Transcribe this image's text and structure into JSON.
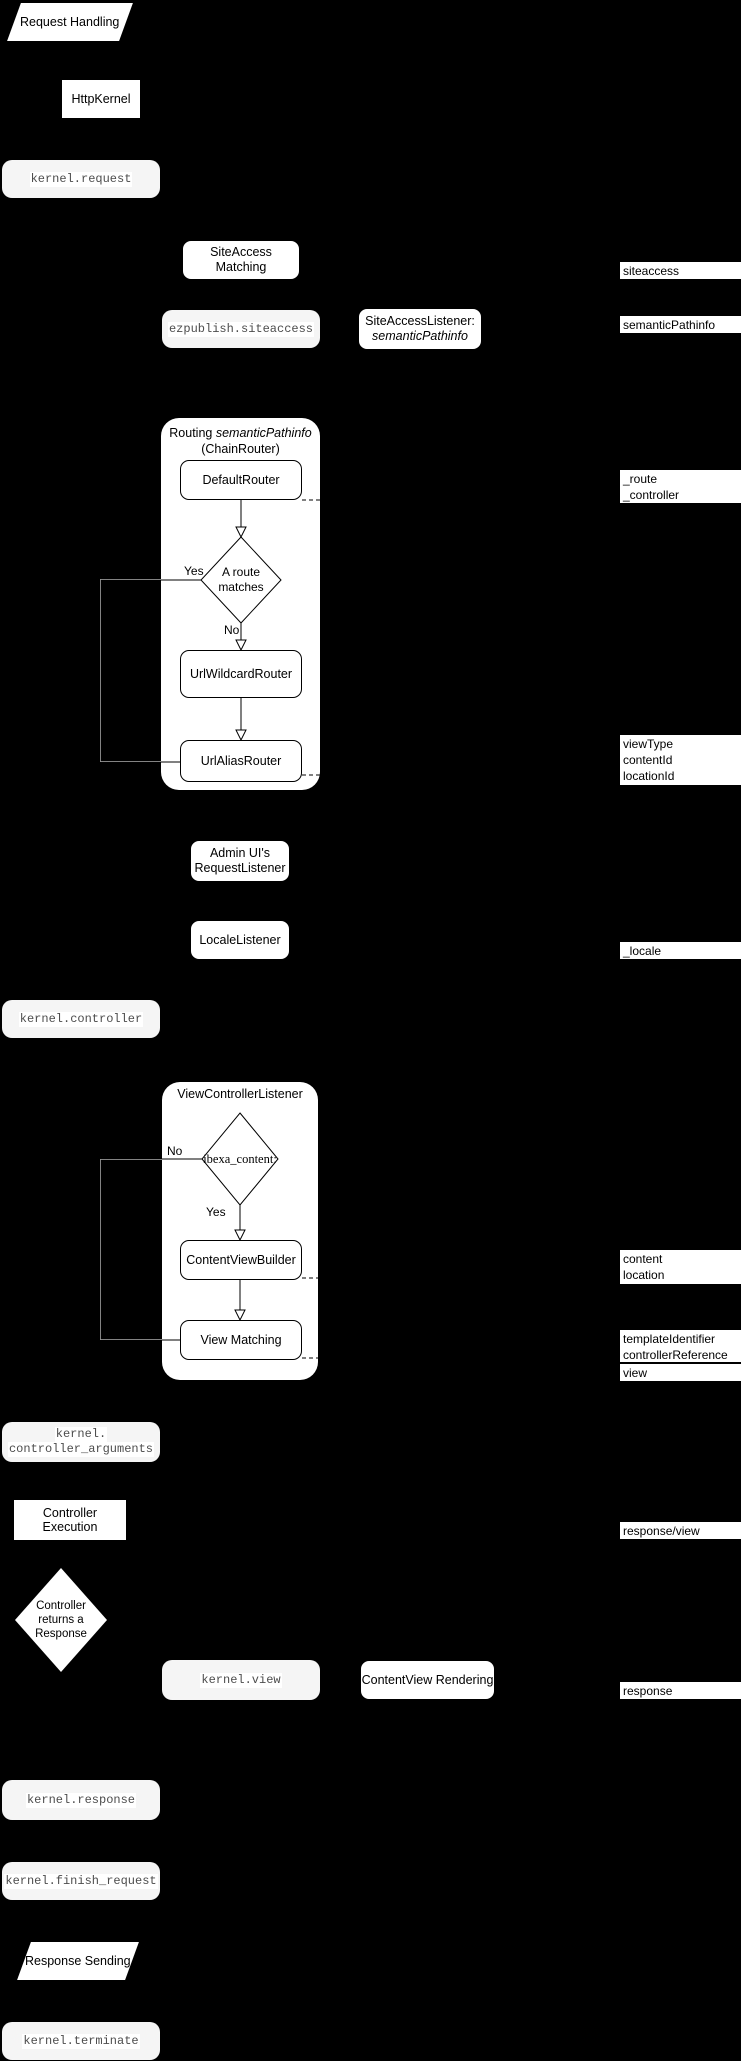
{
  "colors": {
    "background": "#000000",
    "node_fill": "#ffffff",
    "event_pill_fill": "#f5f5f5",
    "stroke": "#000000",
    "mono_text": "#4d4d4d",
    "faint_line": "#9a9a9a"
  },
  "nodes": {
    "request_handling": "Request Handling",
    "httpkernel": "HttpKernel",
    "kernel_request": "kernel.request",
    "siteaccess_matching": "SiteAccess Matching",
    "ezpublish_siteaccess": "ezpublish.siteaccess",
    "siteaccess_listener_l1": "SiteAccessListener:",
    "siteaccess_listener_l2": "semanticPathinfo",
    "routing_title_pre": "Routing ",
    "routing_title_em": "semanticPathinfo",
    "routing_title_l2": "(ChainRouter)",
    "default_router": "DefaultRouter",
    "route_diamond_l1": "A route",
    "route_diamond_l2": "matches",
    "yes": "Yes",
    "no": "No",
    "url_wildcard_router": "UrlWildcardRouter",
    "url_alias_router": "UrlAliasRouter",
    "admin_listener_l1": "Admin UI's",
    "admin_listener_l2": "RequestListener",
    "locale_listener": "LocaleListener",
    "kernel_controller": "kernel.controller",
    "viewcontroller_listener": "ViewControllerListener",
    "ibexa_diamond": "ibexa_content:",
    "content_view_builder": "ContentViewBuilder",
    "view_matching": "View Matching",
    "kernel_controller_arguments_l1": "kernel.",
    "kernel_controller_arguments_l2": "controller_arguments",
    "controller_execution": "Controller Execution",
    "controller_diamond_l1": "Controller",
    "controller_diamond_l2": "returns a",
    "controller_diamond_l3": "Response",
    "kernel_view": "kernel.view",
    "contentview_rendering": "ContentView Rendering",
    "kernel_response": "kernel.response",
    "kernel_finish_request": "kernel.finish_request",
    "response_sending": "Response Sending",
    "kernel_terminate": "kernel.terminate"
  },
  "labels": {
    "siteaccess": "siteaccess",
    "semanticpathinfo": "semanticPathinfo",
    "route_l1": "_route",
    "route_l2": "_controller",
    "viewtype_l1": "viewType",
    "viewtype_l2": "contentId",
    "viewtype_l3": "locationId",
    "locale": "_locale",
    "content_l1": "content",
    "content_l2": "location",
    "template_l1": "templateIdentifier",
    "template_l2": "controllerReference",
    "view": "view",
    "response_view": "response/view",
    "response": "response"
  }
}
